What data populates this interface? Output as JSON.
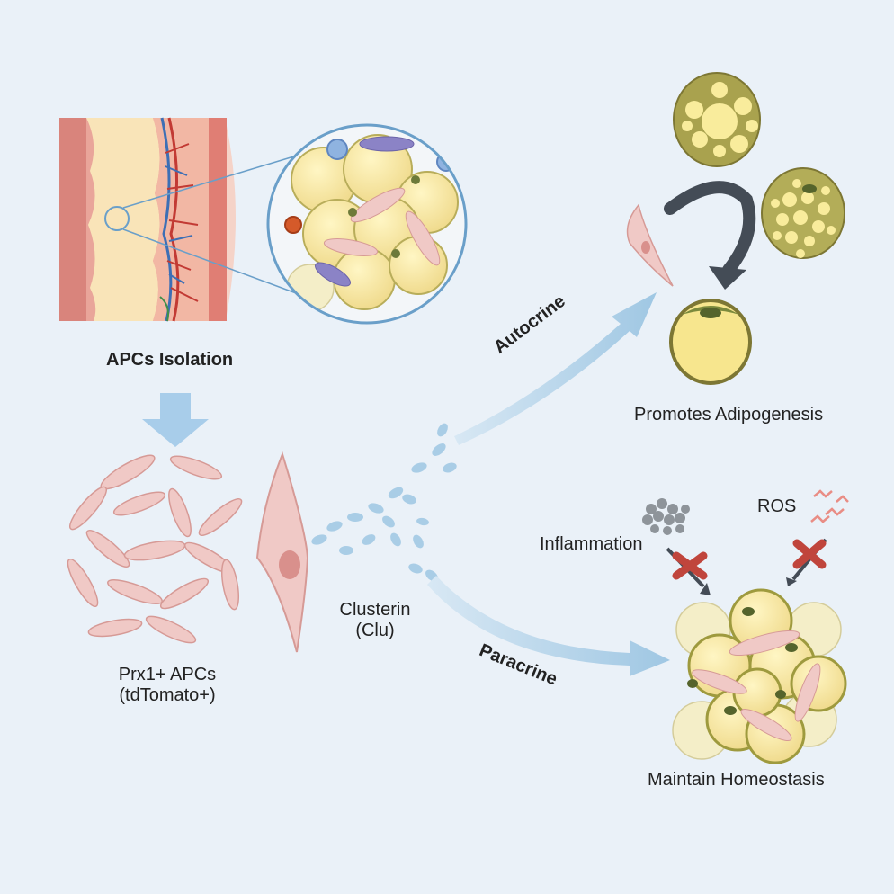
{
  "labels": {
    "apcs_isolation": "APCs Isolation",
    "prx1_line1": "Prx1+ APCs",
    "prx1_line2": "(tdTomato+)",
    "clusterin_line1": "Clusterin",
    "clusterin_line2": "(Clu)",
    "autocrine": "Autocrine",
    "paracrine": "Paracrine",
    "promotes_adipogenesis": "Promotes Adipogenesis",
    "inflammation": "Inflammation",
    "ros": "ROS",
    "maintain_homeostasis": "Maintain Homeostasis"
  },
  "colors": {
    "background": "#eaf1f8",
    "fat_cell": "#f5e7a0",
    "fibroblast": "#f0c9c6",
    "arrow_blue": "#aacde6",
    "block_red": "#c0453c",
    "dark_arrow": "#444c56"
  }
}
